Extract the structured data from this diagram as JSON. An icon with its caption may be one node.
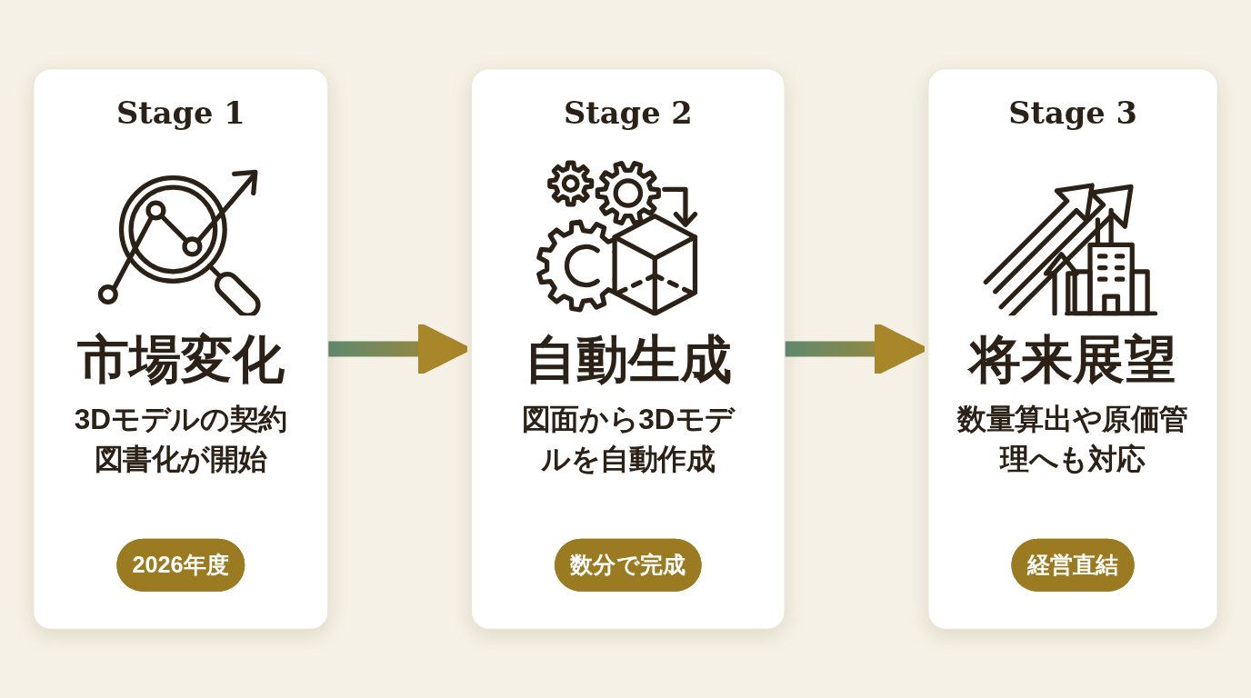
{
  "diagram": {
    "nodes": [
      {
        "text": [
          "Stage 1",
          "市場変化",
          "3Dモデルの契約図書化が開始"
        ]
      },
      {
        "text": [
          "2026年度"
        ],
        "in": 0
      },
      {
        "text": [
          "Stage 2",
          "自動生成",
          "図面から3Dモデルを自動作成"
        ]
      },
      {
        "text": [
          "数分で完成"
        ],
        "in": 2
      },
      {
        "text": [
          "Stage 3",
          "将来展望",
          "数量算出や原価管理へも対応"
        ]
      },
      {
        "text": [
          "経営直結"
        ],
        "in": 4
      }
    ],
    "edges": [
      {
        "from": 0,
        "to": 2,
        "arrow": "to"
      },
      {
        "from": 2,
        "to": 4,
        "arrow": "to"
      }
    ]
  }
}
